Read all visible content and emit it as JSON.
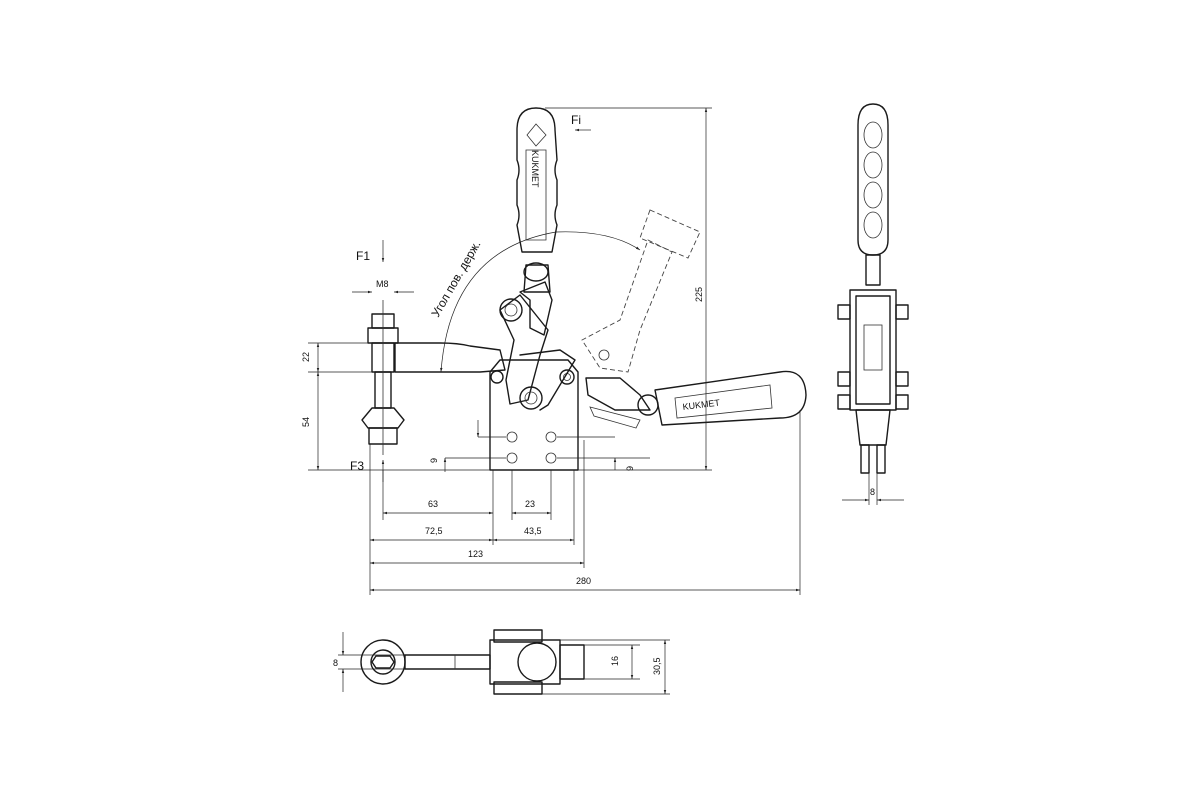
{
  "labels": {
    "force_i": "Fi",
    "force_1": "F1",
    "force_3": "F3",
    "thread": "M8",
    "angle_text": "Угол пов. держ.",
    "brand_vertical": "KUKMET",
    "brand_horizontal": "KUKMET"
  },
  "dimensions": {
    "d22": "22",
    "d54": "54",
    "d9_left": "9",
    "d9_right": "9",
    "d63": "63",
    "d23": "23",
    "d72_5": "72,5",
    "d43_5": "43,5",
    "d123": "123",
    "d280": "280",
    "d225": "225",
    "d8_side": "8",
    "d8_top": "8",
    "d16": "16",
    "d30_5": "30,5"
  }
}
